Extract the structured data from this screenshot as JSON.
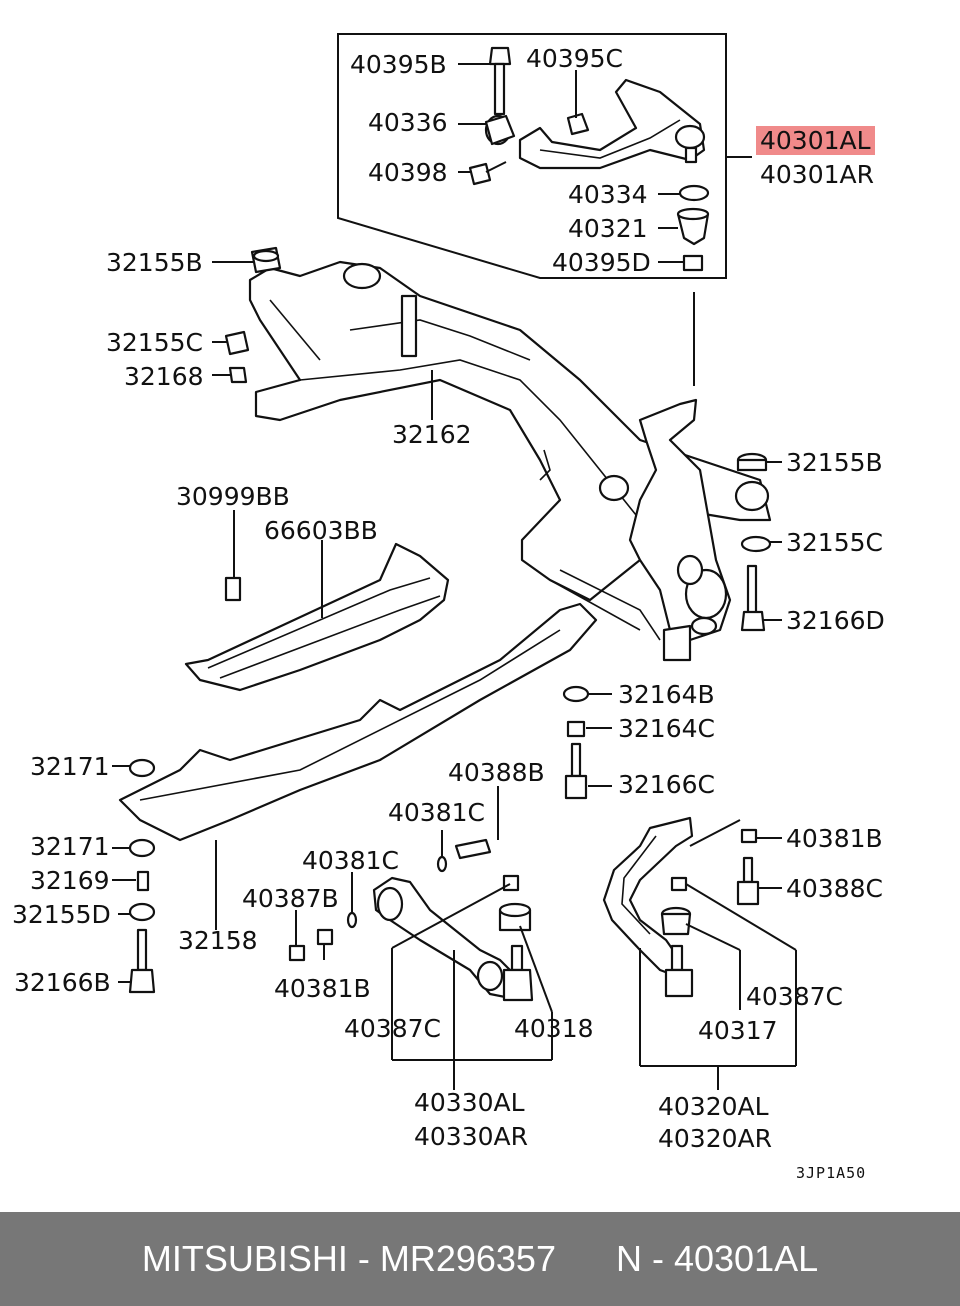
{
  "labels": {
    "l40395B": "40395B",
    "l40395C": "40395C",
    "l40336": "40336",
    "l40398": "40398",
    "l40301AL": "40301AL",
    "l40301AR": "40301AR",
    "l40334": "40334",
    "l40321": "40321",
    "l40395D": "40395D",
    "l32155B_a": "32155B",
    "l32155C_a": "32155C",
    "l32168": "32168",
    "l32162": "32162",
    "l32155B_b": "32155B",
    "l30999BB": "30999BB",
    "l66603BB": "66603BB",
    "l32155C_b": "32155C",
    "l32166D": "32166D",
    "l32164B": "32164B",
    "l32164C": "32164C",
    "l32171_a": "32171",
    "l40388B": "40388B",
    "l32166C": "32166C",
    "l40381C_a": "40381C",
    "l40381B_a": "40381B",
    "l32171_b": "32171",
    "l40381C_b": "40381C",
    "l32169": "32169",
    "l40387B": "40387B",
    "l40388C": "40388C",
    "l32155D": "32155D",
    "l32158": "32158",
    "l32166B": "32166B",
    "l40381B_b": "40381B",
    "l40387C_a": "40387C",
    "l40318": "40318",
    "l40387C_b": "40387C",
    "l40317": "40317",
    "l40330AL": "40330AL",
    "l40330AR": "40330AR",
    "l40320AL": "40320AL",
    "l40320AR": "40320AR"
  },
  "diagram_code": "3JP1A50",
  "footer": {
    "brand": "MITSUBISHI",
    "part_number": "MR296357",
    "ref": "N - 40301AL"
  },
  "colors": {
    "highlight": "#f08a8a",
    "footer_bg": "#777777"
  }
}
